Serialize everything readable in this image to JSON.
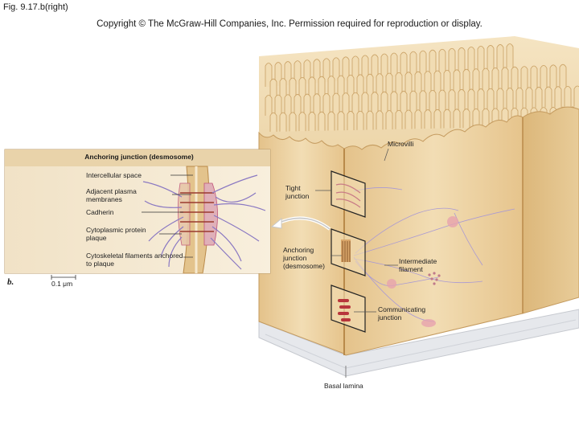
{
  "figure_label": "Fig. 9.17.b(right)",
  "copyright": "Copyright © The McGraw-Hill Companies, Inc. Permission required for reproduction or display.",
  "inset": {
    "title": "Anchoring junction (desmosome)",
    "labels": [
      "Intercellular space",
      "Adjacent plasma membranes",
      "Cadherin",
      "Cytoplasmic protein plaque",
      "Cytoskeletal filaments anchored to plaque"
    ],
    "panel_letter": "b.",
    "scale_bar": "0.1 μm"
  },
  "tissue": {
    "labels": {
      "microvilli": "Microvilli",
      "tight_junction": "Tight junction",
      "anchoring_junction": "Anchoring junction (desmosome)",
      "intermediate_filament": "Intermediate filament",
      "communicating_junction": "Communicating junction",
      "basal_lamina": "Basal lamina"
    }
  },
  "colors": {
    "cell": "#e9cc99",
    "cell_dark": "#c49a5e",
    "membrane": "#b98a4a",
    "filament": "#8a78c2",
    "plaque": "#c0547a",
    "basal": "#e4e6ea"
  }
}
